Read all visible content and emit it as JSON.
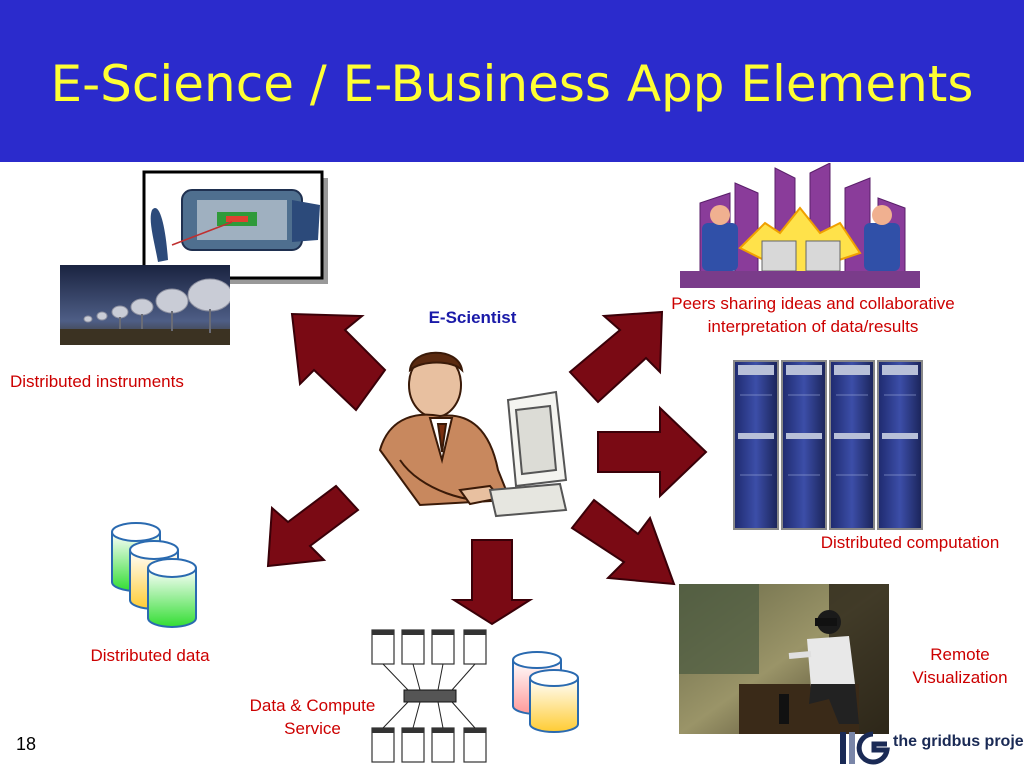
{
  "slide": {
    "title": "E-Science / E-Business App Elements",
    "number": "18"
  },
  "center": {
    "label": "E-Scientist"
  },
  "labels": {
    "instruments": "Distributed instruments",
    "peers_line1": "Peers sharing ideas and collaborative",
    "peers_line2": "interpretation of data/results",
    "computation": "Distributed computation",
    "visualization_line1": "Remote",
    "visualization_line2": "Visualization",
    "data": "Distributed data",
    "service_line1": "Data & Compute",
    "service_line2": "Service"
  },
  "logo": {
    "text": "the gridbus project"
  },
  "colors": {
    "header_bg": "#2b2bcc",
    "title": "#ffff33",
    "label_red": "#cc0000",
    "scientist_blue": "#1a1aa8",
    "arrow": "#7a0a14"
  },
  "icons": [
    "telescope-dish-icon",
    "detector-icon",
    "peers-icon",
    "server-rack-icon",
    "vr-user-icon",
    "database-icon",
    "network-switch-icon",
    "scientist-icon"
  ]
}
